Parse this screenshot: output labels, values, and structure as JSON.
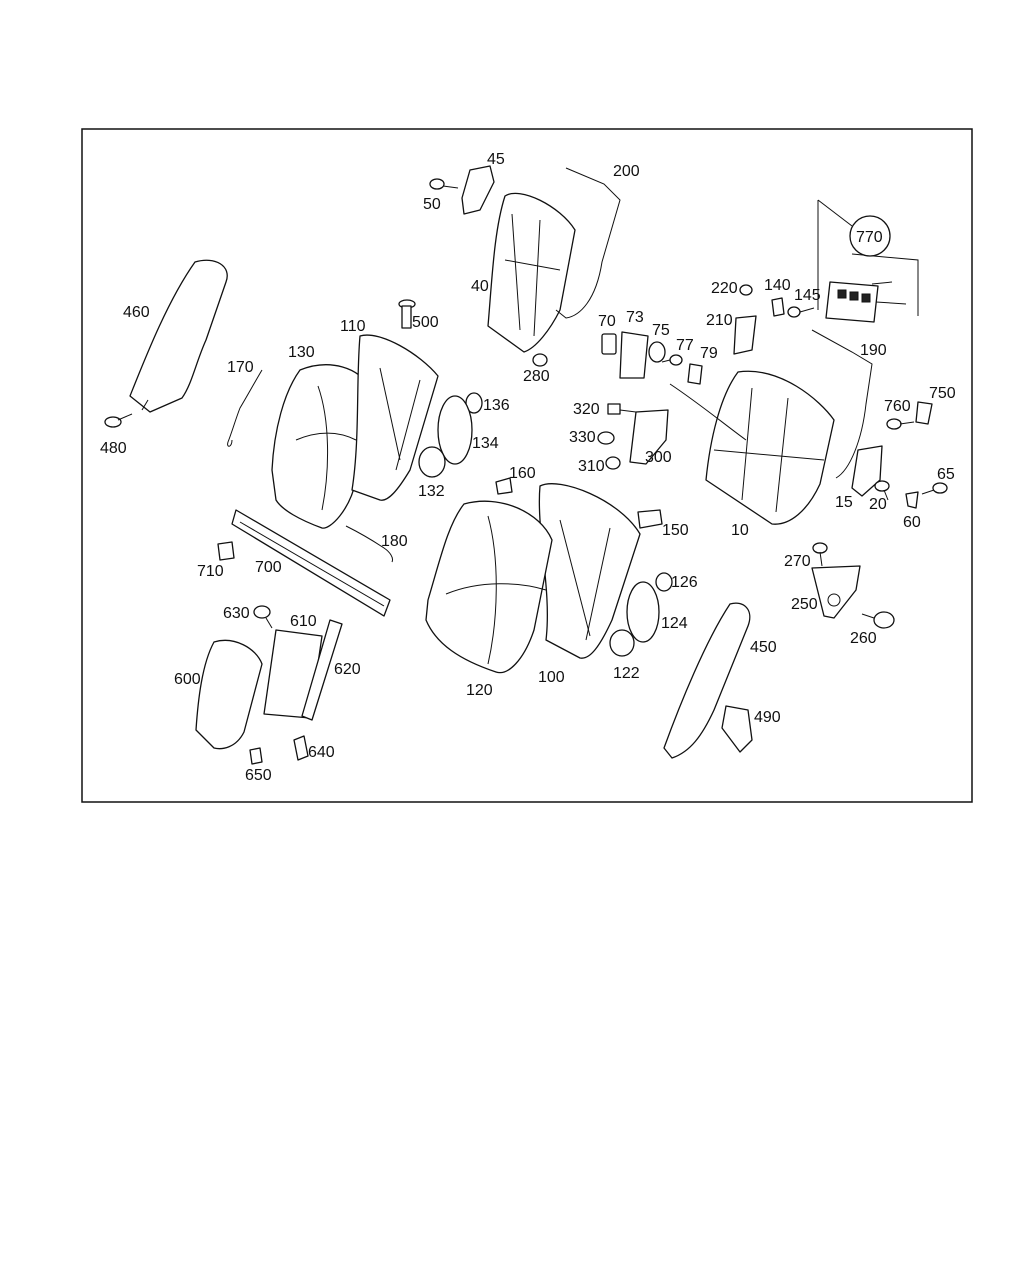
{
  "diagram": {
    "labels": [
      "45",
      "200",
      "50",
      "770",
      "40",
      "220",
      "140",
      "145",
      "500",
      "460",
      "110",
      "130",
      "70",
      "73",
      "75",
      "77",
      "79",
      "210",
      "190",
      "280",
      "170",
      "750",
      "760",
      "136",
      "320",
      "330",
      "300",
      "134",
      "310",
      "65",
      "480",
      "132",
      "160",
      "15",
      "20",
      "60",
      "150",
      "180",
      "10",
      "270",
      "710",
      "700",
      "126",
      "630",
      "610",
      "250",
      "260",
      "124",
      "620",
      "450",
      "600",
      "122",
      "120",
      "100",
      "490",
      "640",
      "650"
    ]
  }
}
